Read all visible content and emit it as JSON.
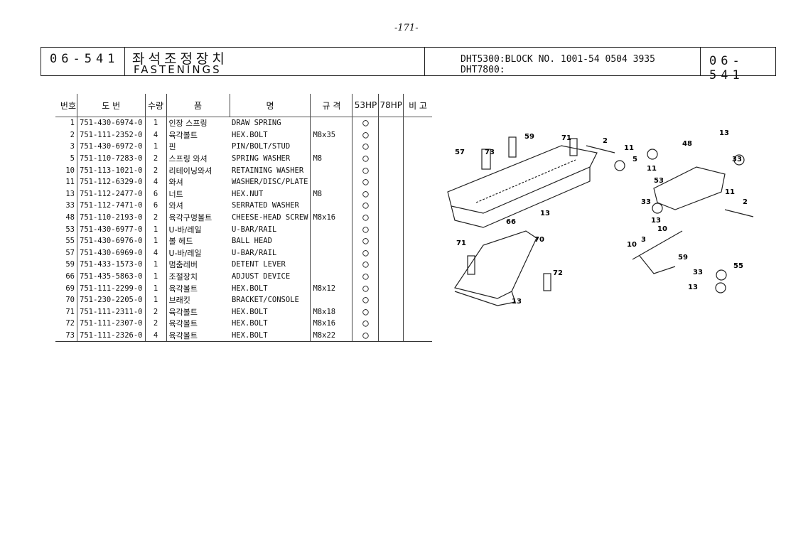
{
  "page_number": "-171-",
  "header": {
    "code_left": "06-541",
    "title_ko": "좌석조정장치",
    "title_en": "FASTENINGS",
    "model_line1": "DHT5300:BLOCK NO. 1001-54 0504 3935",
    "model_line2": "DHT7800:",
    "code_right": "06-541"
  },
  "table": {
    "headers": [
      "번호",
      "도  번",
      "수량",
      "품",
      "명",
      "규 격",
      "53HP",
      "78HP",
      "비 고"
    ],
    "rows": [
      [
        "1",
        "751-430-6974-0",
        "1",
        "인장 스프링",
        "DRAW SPRING",
        "",
        "○"
      ],
      [
        "2",
        "751-111-2352-0",
        "4",
        "육각볼트",
        "HEX.BOLT",
        "M8x35",
        "○"
      ],
      [
        "3",
        "751-430-6972-0",
        "1",
        "핀",
        "PIN/BOLT/STUD",
        "",
        "○"
      ],
      [
        "5",
        "751-110-7283-0",
        "2",
        "스프링 와셔",
        "SPRING WASHER",
        "M8",
        "○"
      ],
      [
        "10",
        "751-113-1021-0",
        "2",
        "리테이닝와셔",
        "RETAINING WASHER",
        "",
        "○"
      ],
      [
        "11",
        "751-112-6329-0",
        "4",
        "와셔",
        "WASHER/DISC/PLATE",
        "",
        "○"
      ],
      [
        "13",
        "751-112-2477-0",
        "6",
        "너트",
        "HEX.NUT",
        "M8",
        "○"
      ],
      [
        "33",
        "751-112-7471-0",
        "6",
        "와셔",
        "SERRATED WASHER",
        "",
        "○"
      ],
      [
        "48",
        "751-110-2193-0",
        "2",
        "육각구멍볼트",
        "CHEESE-HEAD SCREW",
        "M8x16",
        "○"
      ],
      [
        "53",
        "751-430-6977-0",
        "1",
        "U-바/레일",
        "U-BAR/RAIL",
        "",
        "○"
      ],
      [
        "55",
        "751-430-6976-0",
        "1",
        "볼 헤드",
        "BALL HEAD",
        "",
        "○"
      ],
      [
        "57",
        "751-430-6969-0",
        "4",
        "U-바/레일",
        "U-BAR/RAIL",
        "",
        "○"
      ],
      [
        "59",
        "751-433-1573-0",
        "1",
        "멈춤레버",
        "DETENT LEVER",
        "",
        "○"
      ],
      [
        "66",
        "751-435-5863-0",
        "1",
        "조절장치",
        "ADJUST DEVICE",
        "",
        "○"
      ],
      [
        "69",
        "751-111-2299-0",
        "1",
        "육각볼트",
        "HEX.BOLT",
        "M8x12",
        "○"
      ],
      [
        "70",
        "751-230-2205-0",
        "1",
        "브래킷",
        "BRACKET/CONSOLE",
        "",
        "○"
      ],
      [
        "71",
        "751-111-2311-0",
        "2",
        "육각볼트",
        "HEX.BOLT",
        "M8x18",
        "○"
      ],
      [
        "72",
        "751-111-2307-0",
        "2",
        "육각볼트",
        "HEX.BOLT",
        "M8x16",
        "○"
      ],
      [
        "73",
        "751-111-2326-0",
        "4",
        "육각볼트",
        "HEX.BOLT",
        "M8x22",
        "○"
      ]
    ]
  },
  "diagram": {
    "callouts": [
      "57",
      "73",
      "59",
      "71",
      "2",
      "11",
      "5",
      "11",
      "48",
      "13",
      "33",
      "53",
      "33",
      "11",
      "2",
      "66",
      "13",
      "71",
      "70",
      "72",
      "13",
      "3",
      "10",
      "13",
      "10",
      "59",
      "33",
      "55",
      "13"
    ]
  }
}
